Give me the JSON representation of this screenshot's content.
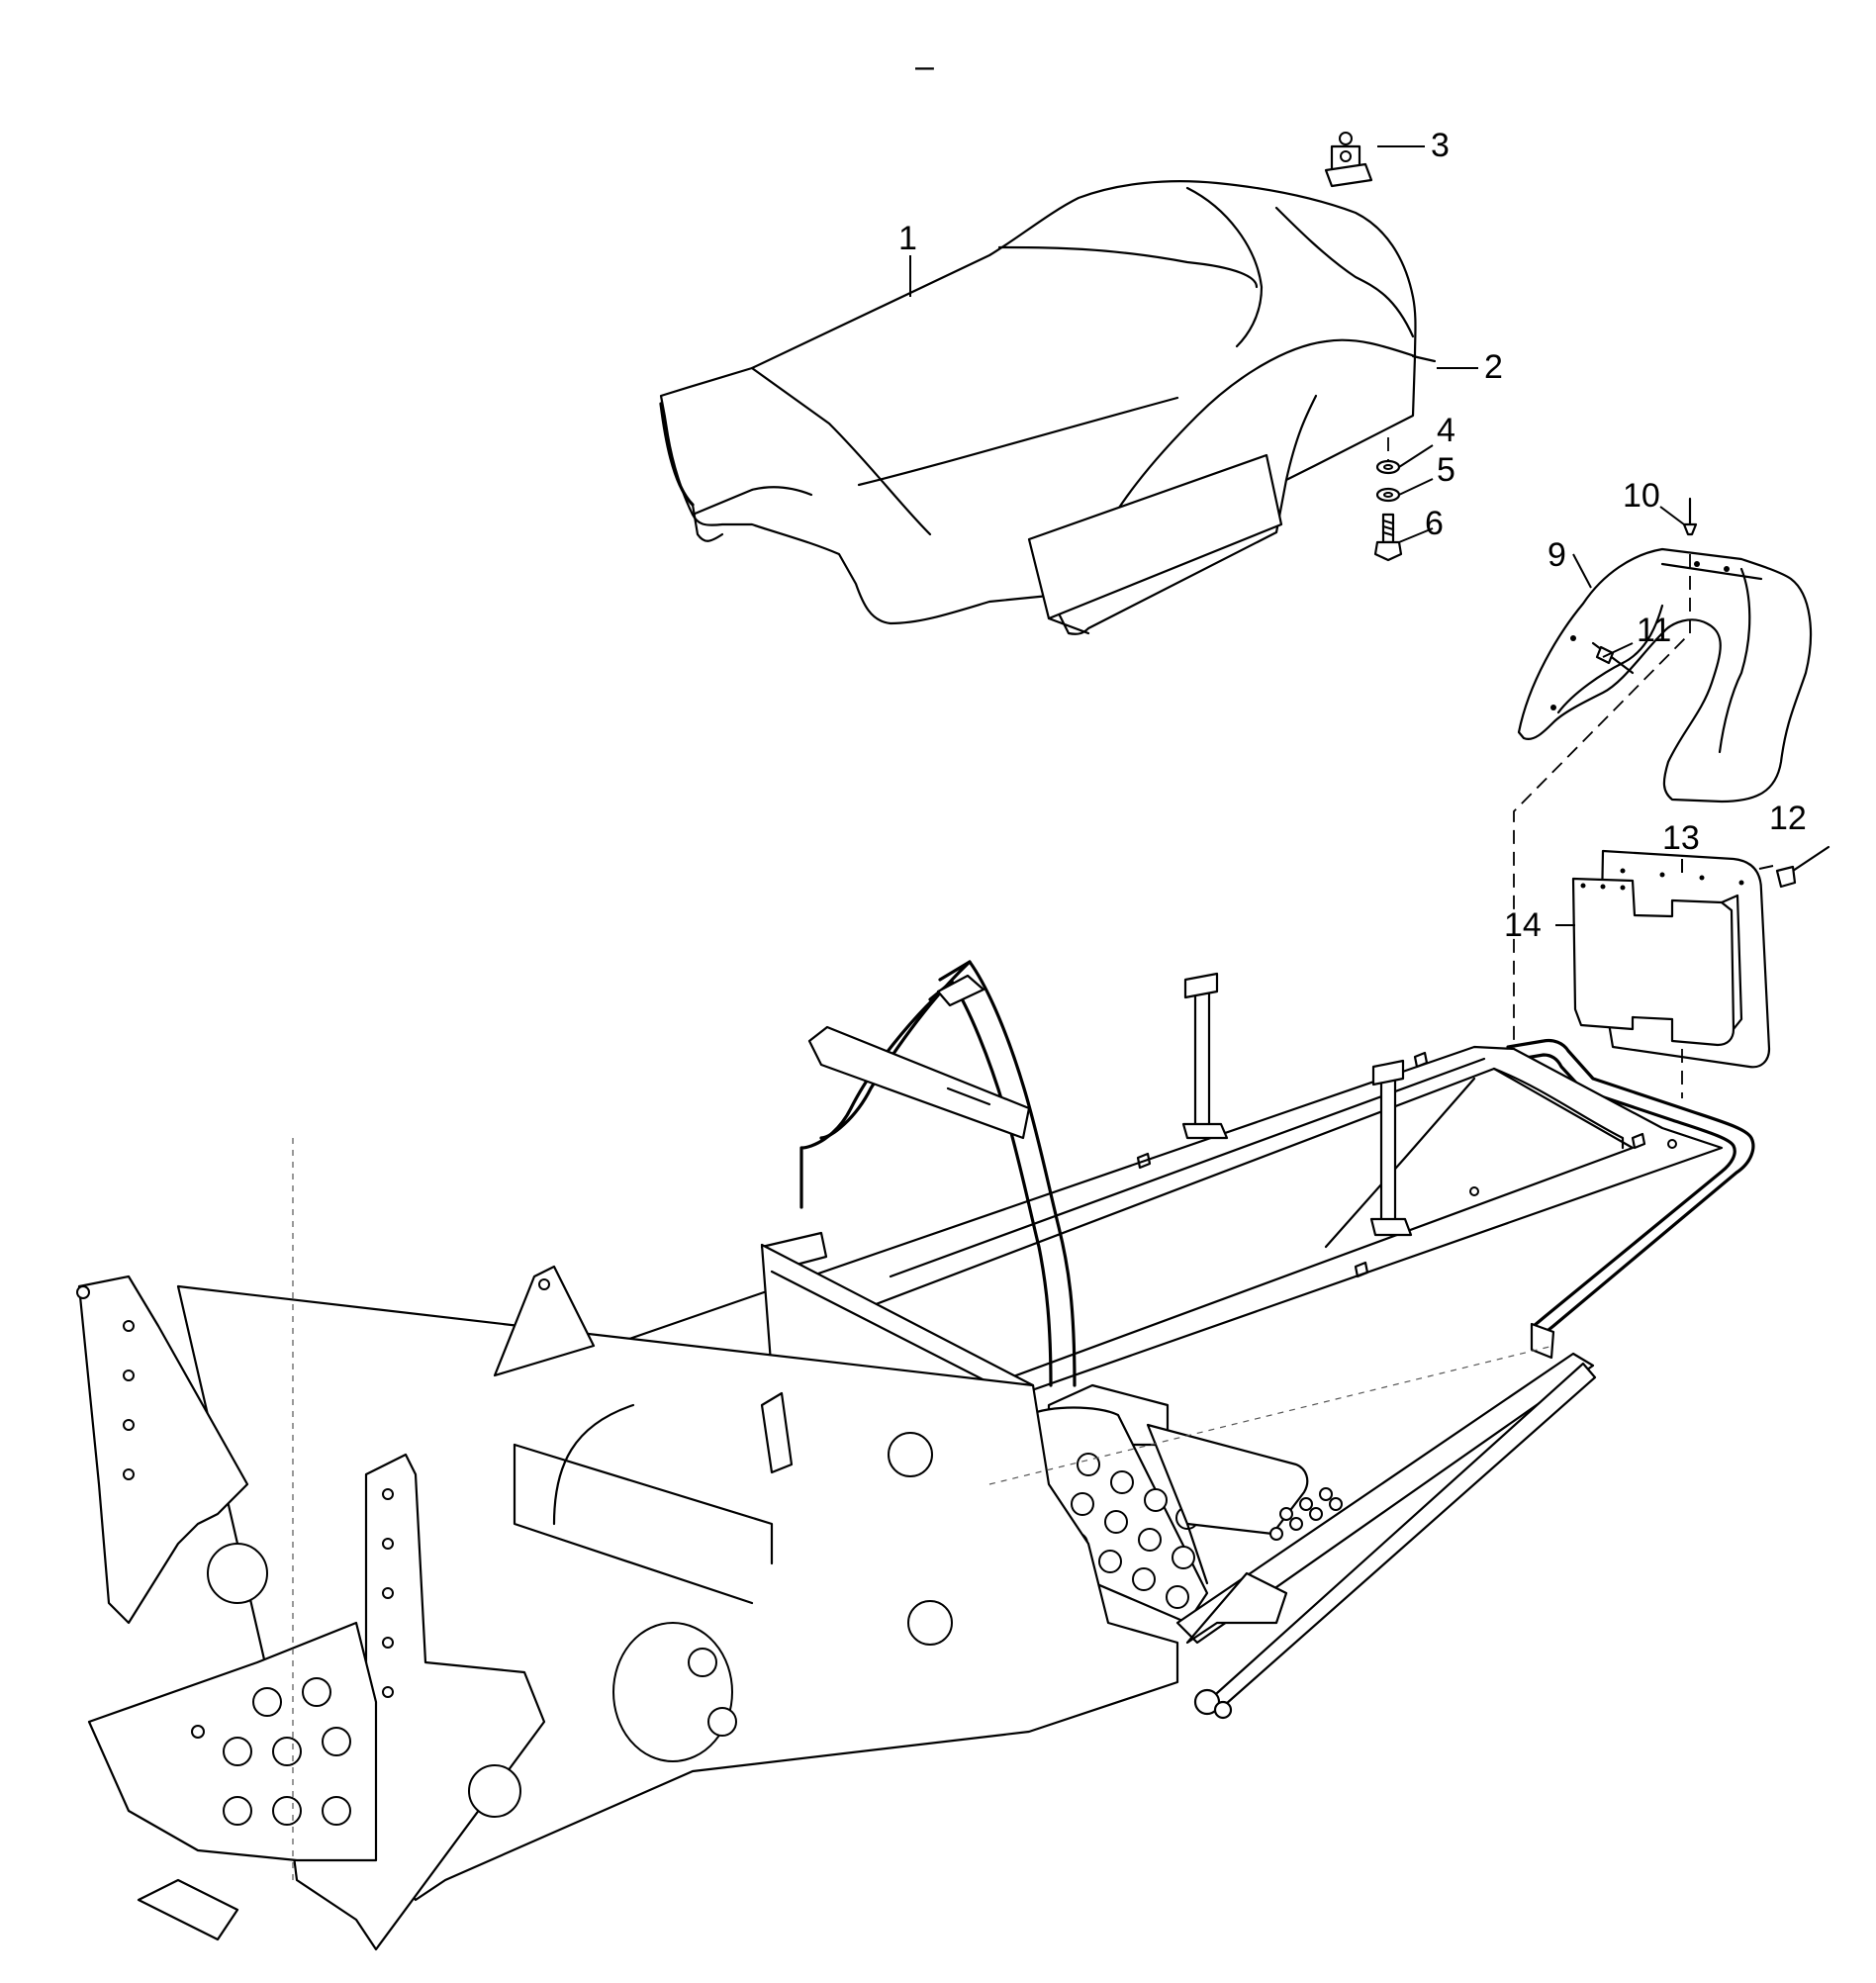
{
  "diagram": {
    "callouts": [
      {
        "id": "1",
        "label": "1"
      },
      {
        "id": "2",
        "label": "2"
      },
      {
        "id": "3",
        "label": "3"
      },
      {
        "id": "4",
        "label": "4"
      },
      {
        "id": "5",
        "label": "5"
      },
      {
        "id": "6",
        "label": "6"
      },
      {
        "id": "9",
        "label": "9"
      },
      {
        "id": "10",
        "label": "10"
      },
      {
        "id": "11",
        "label": "11"
      },
      {
        "id": "12",
        "label": "12"
      },
      {
        "id": "13",
        "label": "13"
      },
      {
        "id": "14",
        "label": "14"
      }
    ],
    "top_mark": "–"
  }
}
